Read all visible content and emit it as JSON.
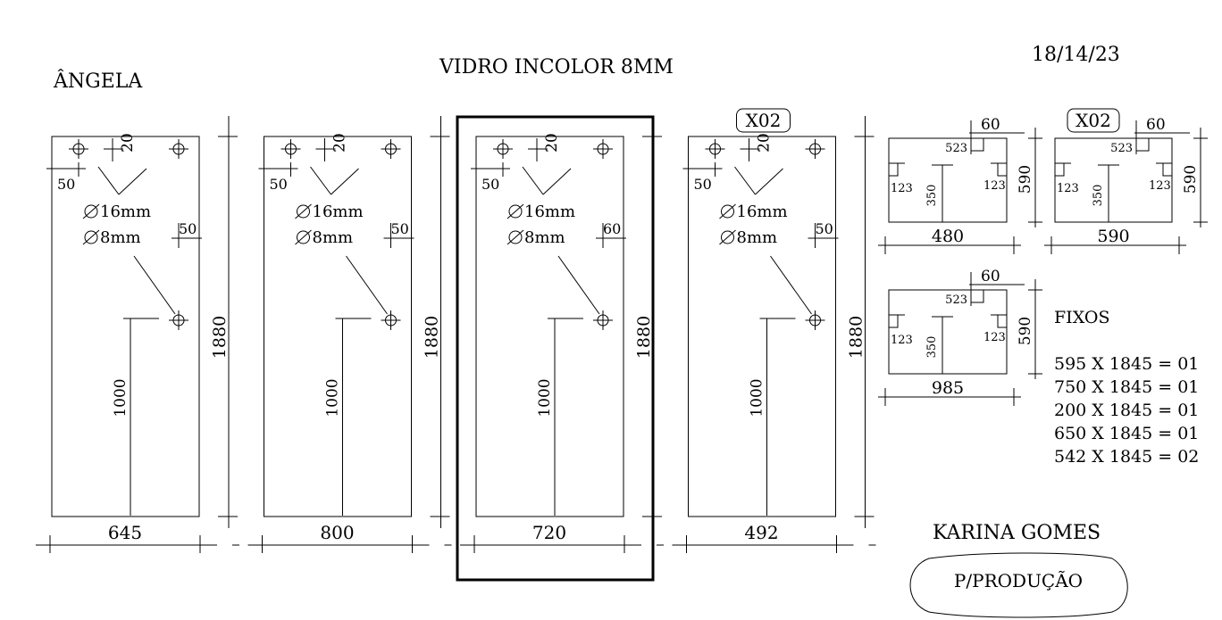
{
  "header": {
    "client": "ÂNGELA",
    "material": "VIDRO INCOLOR 8MM",
    "date": "18/14/23"
  },
  "panels": [
    {
      "width": "645",
      "height": "1880",
      "handle_height": "1000",
      "top_offset": "20",
      "side_offset": "50",
      "right_offset": "50",
      "hole_large": "16mm",
      "hole_small": "8mm",
      "tag": ""
    },
    {
      "width": "800",
      "height": "1880",
      "handle_height": "1000",
      "top_offset": "20",
      "side_offset": "50",
      "right_offset": "50",
      "hole_large": "16mm",
      "hole_small": "8mm",
      "tag": ""
    },
    {
      "width": "720",
      "height": "1880",
      "handle_height": "1000",
      "top_offset": "20",
      "side_offset": "50",
      "right_offset": "60",
      "hole_large": "16mm",
      "hole_small": "8mm",
      "tag": ""
    },
    {
      "width": "492",
      "height": "1880",
      "handle_height": "1000",
      "top_offset": "20",
      "side_offset": "50",
      "right_offset": "50",
      "hole_large": "16mm",
      "hole_small": "8mm",
      "tag": "X02"
    }
  ],
  "small_panels": [
    {
      "width": "480",
      "height": "590",
      "notch": "60",
      "notch_depth": "523",
      "left_cut": "123",
      "right_cut": "123",
      "center": "350",
      "tag": ""
    },
    {
      "width": "590",
      "height": "590",
      "notch": "60",
      "notch_depth": "523",
      "left_cut": "123",
      "right_cut": "123",
      "center": "350",
      "tag": "X02"
    },
    {
      "width": "985",
      "height": "590",
      "notch": "60",
      "notch_depth": "523",
      "left_cut": "123",
      "right_cut": "123",
      "center": "350",
      "tag": ""
    }
  ],
  "fixed": {
    "title": "FIXOS",
    "items": [
      "595 X 1845 = 01",
      "750 X 1845 = 01",
      "200 X 1845 = 01",
      "650 X 1845 = 01",
      "542 X 1845 = 02"
    ]
  },
  "footer": {
    "designer": "KARINA GOMES",
    "stamp": "P/PRODUÇÃO"
  }
}
